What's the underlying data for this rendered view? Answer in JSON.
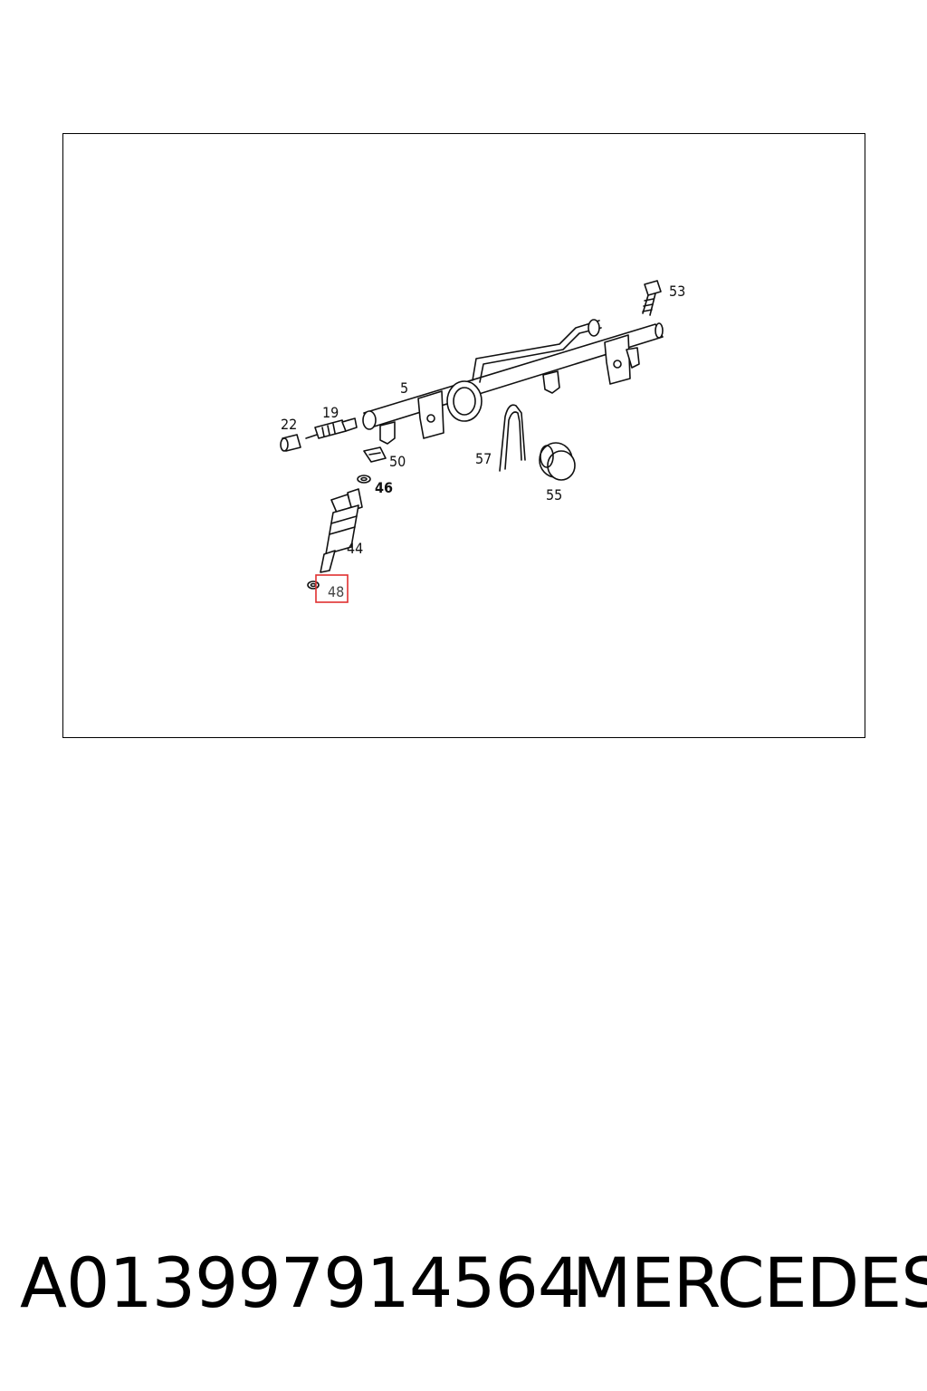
{
  "diagram": {
    "callouts": {
      "c53": "53",
      "c5": "5",
      "c22": "22",
      "c19": "19",
      "c50": "50",
      "c46": "46",
      "c57": "57",
      "c55": "55",
      "c44": "44",
      "c48": "48"
    },
    "highlight_color": "#e03030"
  },
  "footer": {
    "part_number": "A013997914564",
    "brand": "MERCEDES"
  }
}
